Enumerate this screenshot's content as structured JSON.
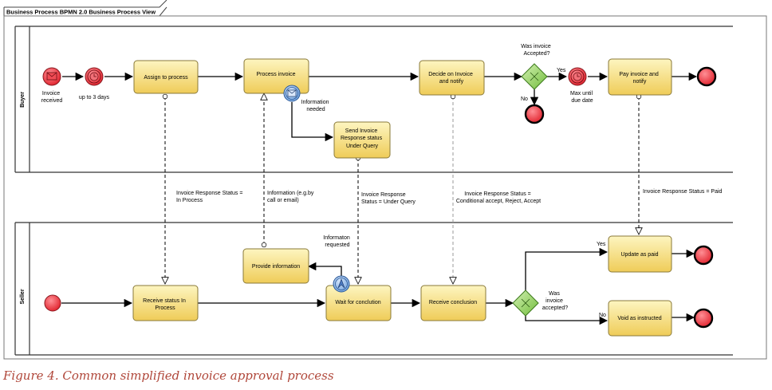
{
  "diagram": {
    "header_title": "Business Process BPMN 2.0 Business Process View",
    "lanes": {
      "buyer": "Buyer",
      "seller": "Seller"
    },
    "buyer": {
      "invoice_received": [
        "Invoice",
        "received"
      ],
      "up_to_3_days": "up to 3 days",
      "assign_to_process": "Assign to process",
      "process_invoice": "Process invoice",
      "information_needed": [
        "Information",
        "needed"
      ],
      "send_invoice_response": [
        "Send Invoice",
        "Response status",
        "Under Query"
      ],
      "decide_on_invoice": [
        "Decide on Invoice",
        "and notify"
      ],
      "was_invoice_accepted": [
        "Was invoice",
        "Accepted?"
      ],
      "yes": "Yes",
      "no": "No",
      "max_until_due_date": [
        "Max until",
        "due date"
      ],
      "pay_invoice": [
        "Pay invoice and",
        "notify"
      ]
    },
    "messages": {
      "status_in_process": [
        "Invoice Response Status =",
        "In Process"
      ],
      "information_call_email": [
        "Information (e.g.by",
        "call or email)"
      ],
      "status_under_query": [
        "Invoice Response",
        "Status = Under Query"
      ],
      "status_conditional": [
        "Invoice Response Status =",
        "Conditional accept, Reject, Accept"
      ],
      "status_paid": "Invoice Response Status = Paid"
    },
    "seller": {
      "information_requested": [
        "Informaton",
        "requested"
      ],
      "provide_information": "Provide information",
      "receive_status": [
        "Receive status In",
        "Process"
      ],
      "wait_for_conclution": "Wait for conclution",
      "receive_conclusion": "Receive conclusion",
      "was_invoice_accepted": [
        "Was",
        "invoice",
        "accepted?"
      ],
      "yes": "Yes",
      "no": "No",
      "update_as_paid": "Update as paid",
      "void_as_instructed": "Void as instructed"
    }
  },
  "caption": "Figure 4. Common simplified invoice approval process",
  "colors": {
    "task_fill_top": "#fdf5c0",
    "task_fill_bottom": "#f0cf5c",
    "task_stroke": "#8a7a3a",
    "gateway_fill": "#9ad36a",
    "end_event_fill": "#e8323c",
    "start_event_fill": "#e64550",
    "timer_fill": "#e64550",
    "message_event_fill": "#8ab4e8",
    "caption": "#b0473a"
  }
}
